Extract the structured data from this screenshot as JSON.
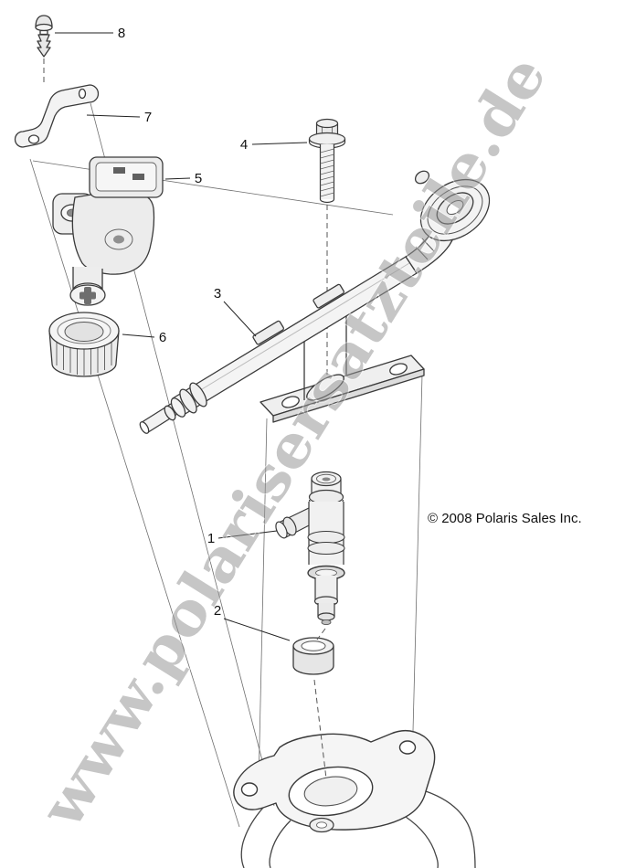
{
  "watermark": {
    "text": "www.polarisersatzteile.de"
  },
  "copyright": "© 2008 Polaris Sales Inc.",
  "callouts": {
    "c1": "1",
    "c2": "2",
    "c3": "3",
    "c4": "4",
    "c5": "5",
    "c6": "6",
    "c7": "7",
    "c8": "8"
  }
}
